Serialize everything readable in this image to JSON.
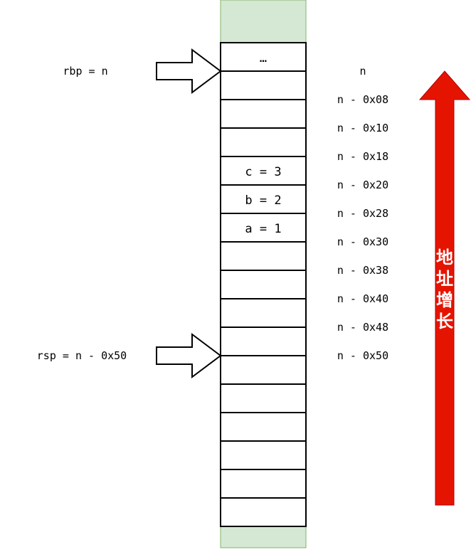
{
  "stack": {
    "cells": [
      "…",
      "",
      "",
      "",
      "c = 3",
      "b = 2",
      "a = 1",
      "",
      "",
      "",
      "",
      "",
      "",
      "",
      "",
      "",
      ""
    ]
  },
  "pointers": {
    "rbp_label": "rbp = n",
    "rsp_label": "rsp = n - 0x50"
  },
  "addresses": [
    "n",
    "n - 0x08",
    "n - 0x10",
    "n - 0x18",
    "n - 0x20",
    "n - 0x28",
    "n - 0x30",
    "n - 0x38",
    "n - 0x40",
    "n - 0x48",
    "n - 0x50"
  ],
  "growth_arrow": {
    "label_chars": [
      "地",
      "址",
      "增",
      "长"
    ],
    "color": "#e51400"
  },
  "colors": {
    "guard_fill": "#d5e8d4",
    "guard_stroke": "#82b366"
  }
}
